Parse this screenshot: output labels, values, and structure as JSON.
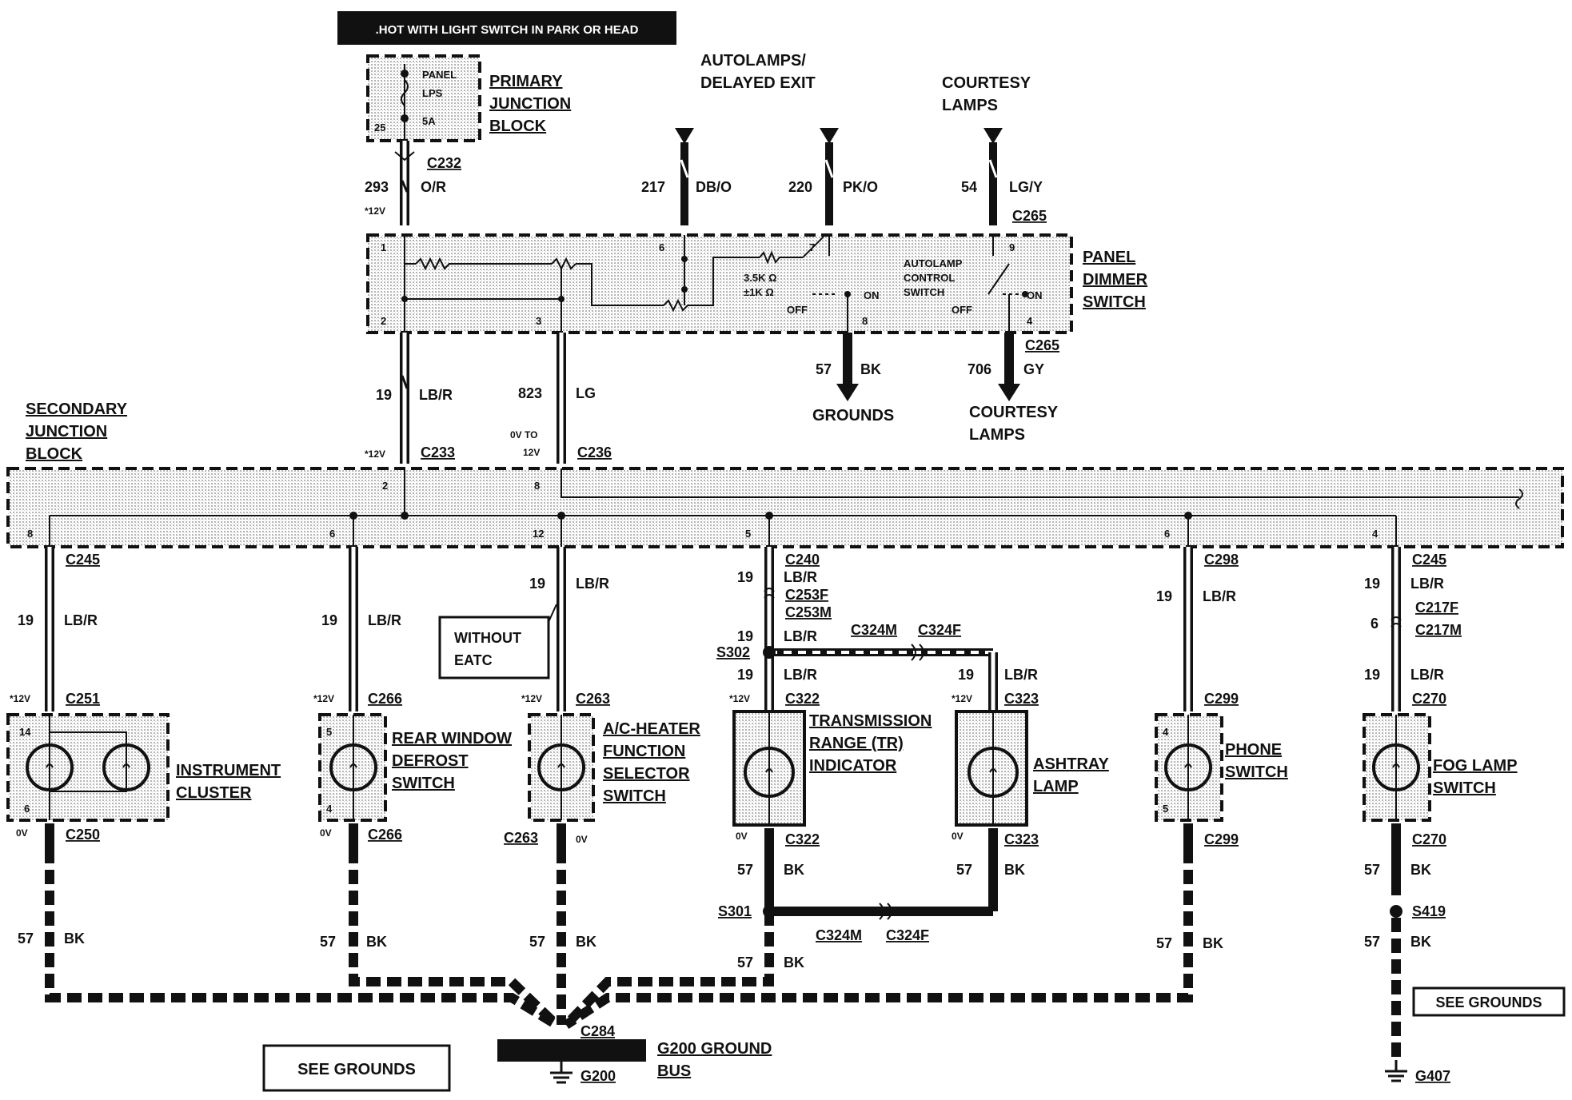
{
  "top_banner": ".HOT WITH LIGHT SWITCH IN PARK OR HEAD",
  "primary_jb": {
    "title_lines": [
      "PRIMARY",
      "JUNCTION",
      "BLOCK"
    ],
    "fuse_lines": [
      "PANEL",
      "LPS",
      "5A"
    ],
    "pin": "25",
    "connector": "C232",
    "circuit": "293",
    "color": "O/R",
    "voltage": "*12V"
  },
  "feeds": [
    {
      "title_lines": [
        "AUTOLAMPS/",
        "DELAYED EXIT"
      ],
      "circuit": "217",
      "color": "DB/O",
      "pin": "6"
    },
    {
      "circuit": "220",
      "color": "PK/O",
      "pin": "7"
    },
    {
      "title_lines": [
        "COURTESY",
        "LAMPS"
      ],
      "circuit": "54",
      "color": "LG/Y",
      "pin": "9",
      "connector": "C265"
    }
  ],
  "dimmer": {
    "title_lines": [
      "PANEL",
      "DIMMER",
      "SWITCH"
    ],
    "pins": [
      "1",
      "2",
      "3",
      "8",
      "4"
    ],
    "resistor_lines": [
      "3.5K Ω",
      "±1K Ω"
    ],
    "autolamp_lines": [
      "AUTOLAMP",
      "CONTROL",
      "SWITCH"
    ],
    "on": "ON",
    "off": "OFF",
    "bottom_connector": "C265"
  },
  "dimmer_outputs": {
    "left_circuit": "19",
    "left_color": "LB/R",
    "mid_circuit": "823",
    "mid_color": "LG",
    "mid_voltage_lines": [
      "0V TO",
      "12V"
    ],
    "grounds_circuit": "57",
    "grounds_color": "BK",
    "grounds_label": "GROUNDS",
    "courtesy_circuit": "706",
    "courtesy_color": "GY",
    "courtesy_lines": [
      "COURTESY",
      "LAMPS"
    ]
  },
  "secondary_jb": {
    "title_lines": [
      "SECONDARY",
      "JUNCTION",
      "BLOCK"
    ],
    "in_pins": [
      "2",
      "8"
    ],
    "c233": "C233",
    "c236": "C236",
    "voltage": "*12V",
    "out_pins": [
      "8",
      "6",
      "12",
      "5",
      "6",
      "4"
    ]
  },
  "branches": [
    {
      "top_conn": "C245",
      "circuit": "19",
      "color": "LB/R",
      "conn2": "C251",
      "voltage": "*12V",
      "pins": [
        "14",
        "6"
      ],
      "bottom_conn": "C250",
      "zero": "0V",
      "label_lines": [
        "INSTRUMENT",
        "CLUSTER"
      ],
      "gnd_circuit": "57",
      "gnd_color": "BK"
    },
    {
      "circuit": "19",
      "color": "LB/R",
      "conn2": "C266",
      "voltage": "*12V",
      "pins": [
        "5",
        "4"
      ],
      "bottom_conn": "C266",
      "zero": "0V",
      "label_lines": [
        "REAR WINDOW",
        "DEFROST",
        "SWITCH"
      ],
      "gnd_circuit": "57",
      "gnd_color": "BK"
    },
    {
      "circuit": "19",
      "color": "LB/R",
      "note_lines": [
        "WITHOUT",
        "EATC"
      ],
      "conn2": "C263",
      "voltage": "*12V",
      "bottom_conn": "C263",
      "zero": "0V",
      "label_lines": [
        "A/C-HEATER",
        "FUNCTION",
        "SELECTOR",
        "SWITCH"
      ],
      "gnd_circuit": "57",
      "gnd_color": "BK"
    },
    {
      "top_conn": "C240",
      "circuit": "19",
      "color": "LB/R",
      "c253f": "C253F",
      "c253m": "C253M",
      "s302": "S302",
      "c324m": "C324M",
      "c324f": "C324F",
      "conn2": "C322",
      "voltage": "*12V",
      "bottom_conn": "C322",
      "zero": "0V",
      "label_lines": [
        "TRANSMISSION",
        "RANGE (TR)",
        "INDICATOR"
      ],
      "gnd_circuit": "57",
      "gnd_color": "BK",
      "s301": "S301"
    },
    {
      "circuit": "19",
      "color": "LB/R",
      "conn2": "C323",
      "voltage": "*12V",
      "bottom_conn": "C323",
      "zero": "0V",
      "label_lines": [
        "ASHTRAY",
        "LAMP"
      ],
      "gnd_circuit": "57",
      "gnd_color": "BK"
    },
    {
      "top_conn": "C298",
      "circuit": "19",
      "color": "LB/R",
      "conn2": "C299",
      "pins": [
        "4",
        "5"
      ],
      "bottom_conn": "C299",
      "label_lines": [
        "PHONE",
        "SWITCH"
      ],
      "gnd_circuit": "57",
      "gnd_color": "BK"
    },
    {
      "top_conn": "C245",
      "circuit": "19",
      "color": "LB/R",
      "c217f": "C217F",
      "c217m": "C217M",
      "mid_circuit": "6",
      "conn2": "C270",
      "bottom_conn": "C270",
      "label_lines": [
        "FOG LAMP",
        "SWITCH"
      ],
      "gnd_circuit": "57",
      "gnd_color": "BK",
      "splice": "S419",
      "ground_id": "G407"
    }
  ],
  "ground_bus": {
    "connector": "C284",
    "title_lines": [
      "G200 GROUND",
      "BUS"
    ],
    "ground_id": "G200"
  },
  "see_grounds": [
    "SEE GROUNDS",
    "SEE GROUNDS"
  ]
}
